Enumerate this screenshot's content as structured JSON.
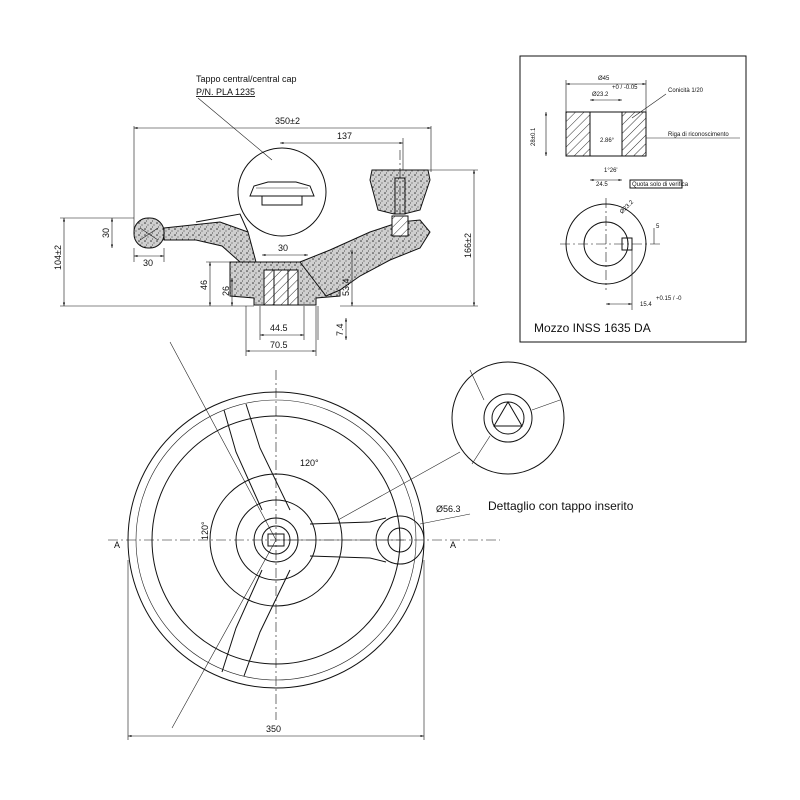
{
  "colors": {
    "ink": "#111111",
    "paper": "#ffffff"
  },
  "cap_callout": {
    "line1": "Tappo central/central cap",
    "line2": "P/N. PLA 1235"
  },
  "side_view": {
    "overall_width": "350±2",
    "hub_to_handle": "137",
    "height_total": "166±2",
    "height_rim": "104±2",
    "rim_section_h": "30",
    "rim_section_w": "30",
    "hub_top": "30",
    "hub_height": "46",
    "bore_depth": "26",
    "boss_height": "53.4",
    "hub_inner_dia": "44.5",
    "hub_outer_dia": "70.5",
    "foot": "7.4"
  },
  "hub_detail": {
    "title": "Mozzo INSS 1635 DA",
    "d45": "Ø45",
    "d23_2": "Ø23.2",
    "d23_2_tol": "+0 / -0.05",
    "taper": "Conicità 1/20",
    "ref_line": "Riga di riconoscimento",
    "height": "28±0.1",
    "angle": "2.86°",
    "angle2": "1°26'",
    "base": "24.5",
    "note_box": "Quota solo di verifica",
    "ring_dia": "Ø23.2",
    "keyway": "15.4",
    "keyway_tol": "+0.15 / -0",
    "dim_5": "5"
  },
  "plan_view": {
    "angle_top": "120°",
    "angle_left": "120°",
    "handle_dia": "Ø56.3",
    "width": "350",
    "section_mark_left": "A",
    "section_mark_right": "A"
  },
  "detail_caption": "Dettaglio con tappo inserito"
}
